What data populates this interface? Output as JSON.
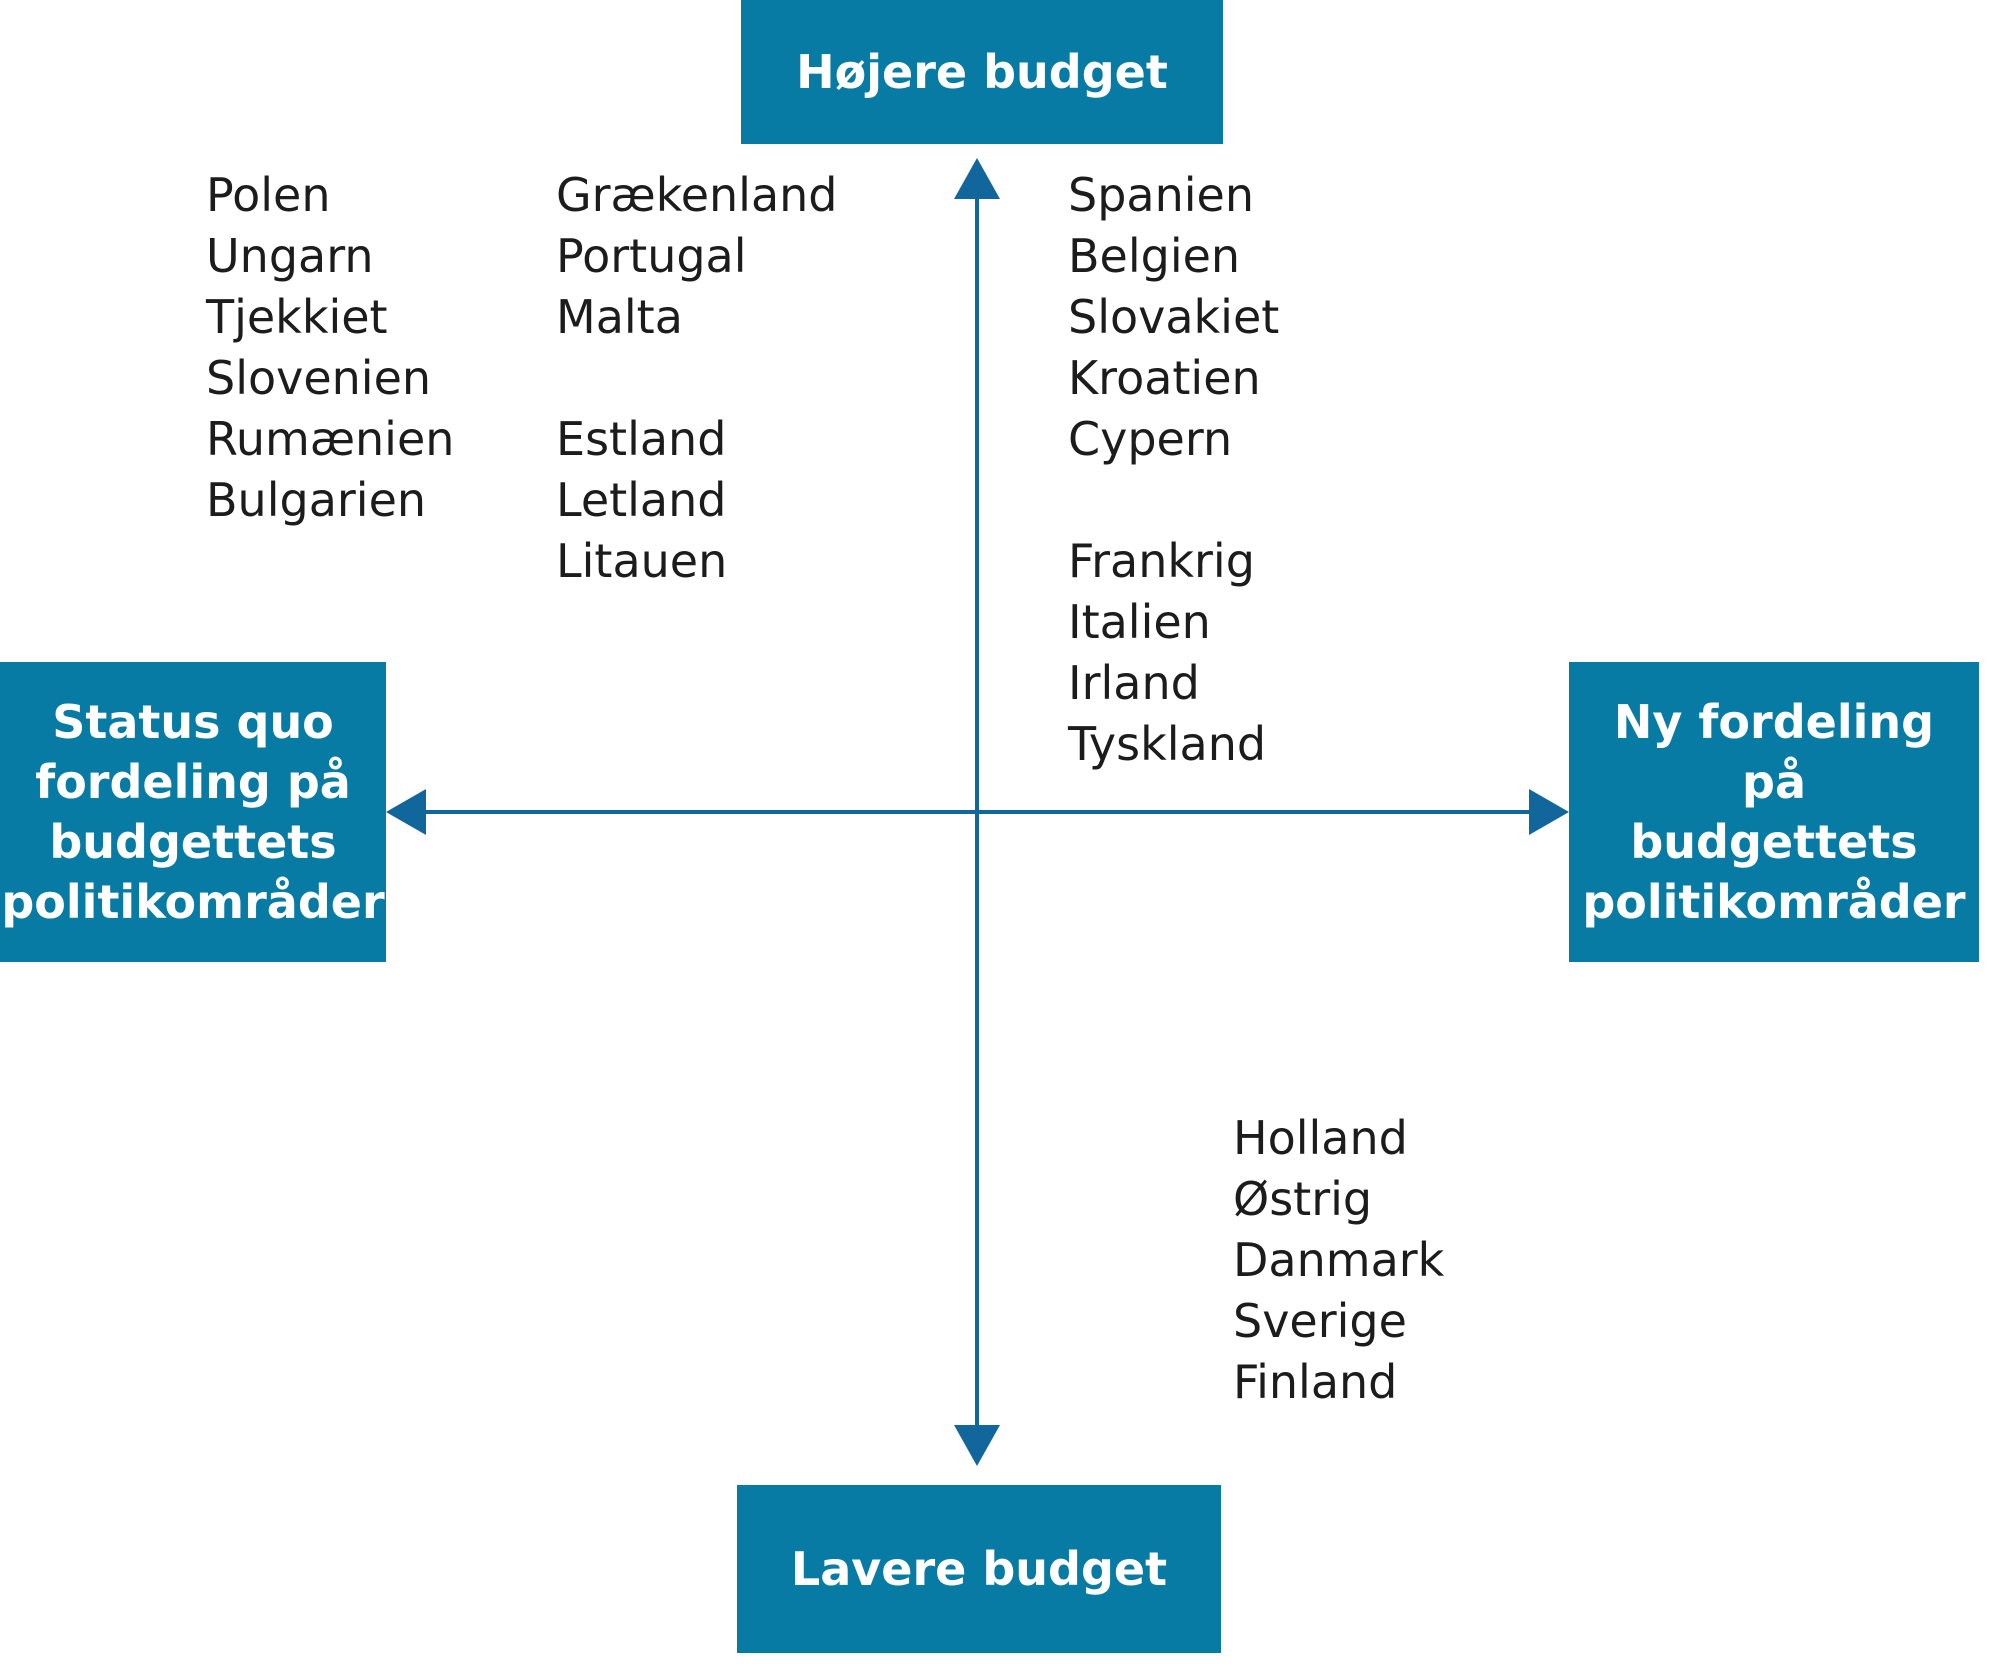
{
  "axes": {
    "top": "Højere budget",
    "bottom": "Lavere budget",
    "left": [
      "Status quo",
      "fordeling på",
      "budgettets",
      "politikområder"
    ],
    "right": [
      "Ny fordeling på",
      "budgettets",
      "politikområder"
    ]
  },
  "colors": {
    "box": "#087ba5",
    "arrow": "#11669c",
    "text": "#1c1c1c"
  },
  "groups": {
    "col1": [
      "Polen",
      "Ungarn",
      "Tjekkiet",
      "Slovenien",
      "Rumænien",
      "Bulgarien"
    ],
    "col2a": [
      "Grækenland",
      "Portugal",
      "Malta"
    ],
    "col2b": [
      "Estland",
      "Letland",
      "Litauen"
    ],
    "col3a": [
      "Spanien",
      "Belgien",
      "Slovakiet",
      "Kroatien",
      "Cypern"
    ],
    "col3b": [
      "Frankrig",
      "Italien",
      "Irland",
      "Tyskland"
    ],
    "col4": [
      "Holland",
      "Østrig",
      "Danmark",
      "Sverige",
      "Finland"
    ]
  }
}
